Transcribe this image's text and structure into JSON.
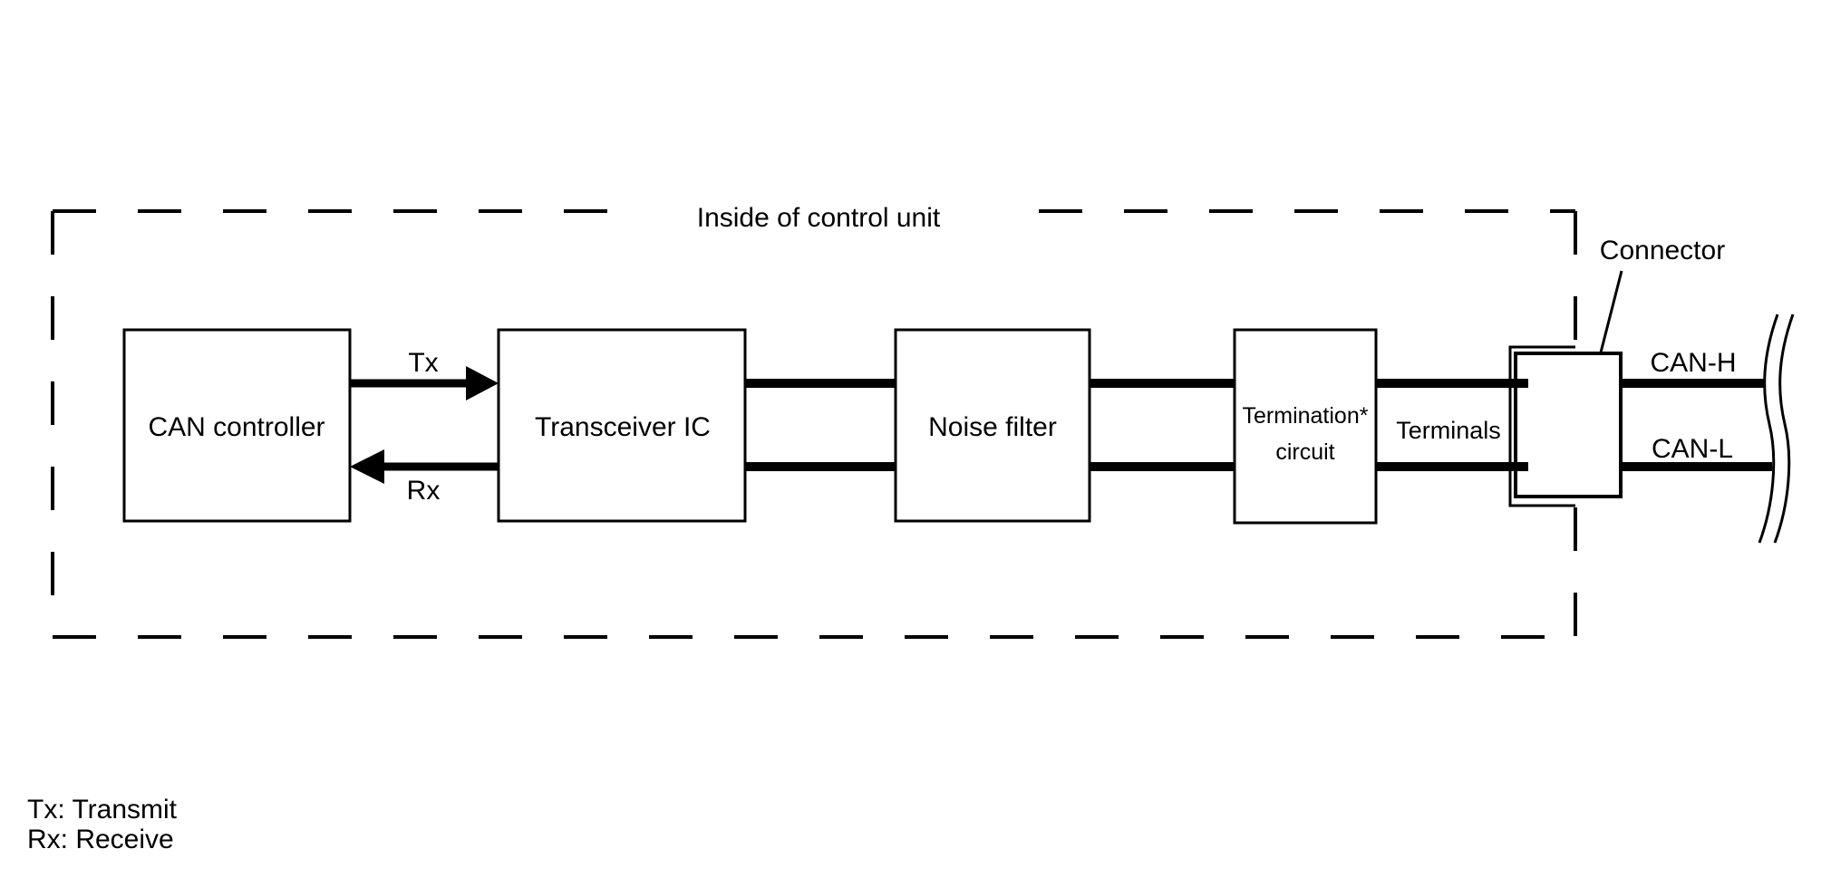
{
  "diagram": {
    "kind": "CAN bus control unit block diagram",
    "colors": {
      "ink": "#000000",
      "background": "#ffffff"
    },
    "boundary": {
      "title": "Inside of control unit"
    },
    "blocks": {
      "can_controller": {
        "label": "CAN controller"
      },
      "transceiver": {
        "label": "Transceiver IC"
      },
      "noise_filter": {
        "label": "Noise filter"
      },
      "termination": {
        "label_line1": "Termination*",
        "label_line2": "circuit"
      }
    },
    "signals": {
      "tx": "Tx",
      "rx": "Rx"
    },
    "connector": {
      "label": "Connector",
      "terminals_label": "Terminals"
    },
    "bus": {
      "can_h": "CAN-H",
      "can_l": "CAN-L"
    },
    "legend": {
      "tx_line": "Tx: Transmit",
      "rx_line": "Rx: Receive"
    }
  }
}
